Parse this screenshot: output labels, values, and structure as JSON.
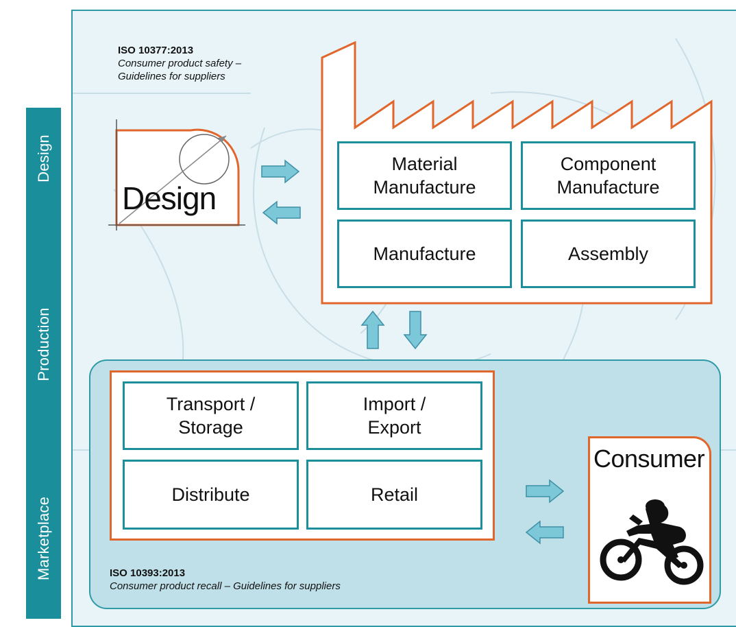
{
  "sidebar": {
    "labels": [
      "Design",
      "Production",
      "Marketplace"
    ]
  },
  "standards": {
    "safety": {
      "code": "ISO 10377:2013",
      "line1": "Consumer product safety –",
      "line2": "Guidelines for suppliers"
    },
    "recall": {
      "code": "ISO 10393:2013",
      "line1": "Consumer product recall – Guidelines for suppliers"
    }
  },
  "design": {
    "label": "Design"
  },
  "production": {
    "cells": [
      {
        "line1": "Material",
        "line2": "Manufacture"
      },
      {
        "line1": "Component",
        "line2": "Manufacture"
      },
      {
        "line1": "Manufacture",
        "line2": ""
      },
      {
        "line1": "Assembly",
        "line2": ""
      }
    ]
  },
  "marketplace": {
    "cells": [
      {
        "line1": "Transport /",
        "line2": "Storage"
      },
      {
        "line1": "Import /",
        "line2": "Export"
      },
      {
        "line1": "Distribute",
        "line2": ""
      },
      {
        "line1": "Retail",
        "line2": ""
      }
    ]
  },
  "consumer": {
    "label": "Consumer",
    "icon": "cyclist-icon"
  },
  "colors": {
    "teal": "#1c8f9b",
    "orange": "#e0662c",
    "arrow": "#7cc8d8",
    "panel": "#e9f4f8",
    "market": "#bfe0e8"
  }
}
